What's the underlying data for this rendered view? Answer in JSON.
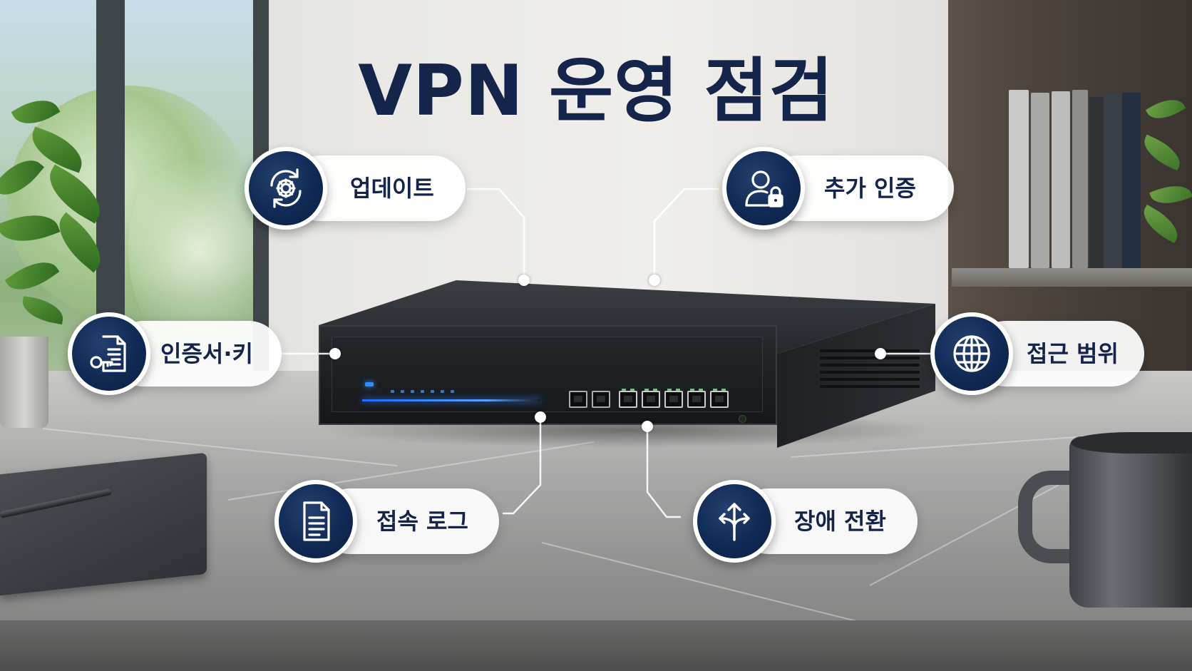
{
  "title": "VPN 운영 점검",
  "features": [
    {
      "id": "update",
      "label": "업데이트",
      "icon": "gear-refresh-icon"
    },
    {
      "id": "mfa",
      "label": "추가 인증",
      "icon": "user-lock-icon"
    },
    {
      "id": "cert",
      "label": "인증서·키",
      "icon": "certificate-key-icon"
    },
    {
      "id": "scope",
      "label": "접근 범위",
      "icon": "globe-icon"
    },
    {
      "id": "log",
      "label": "접속 로그",
      "icon": "document-icon"
    },
    {
      "id": "failover",
      "label": "장애 전환",
      "icon": "split-arrows-icon"
    }
  ],
  "colors": {
    "title": "#14244a",
    "icon_circle": "#102a55",
    "pill": "#ffffff",
    "accent_led": "#2f8cff",
    "port_led": "#45d86b"
  }
}
